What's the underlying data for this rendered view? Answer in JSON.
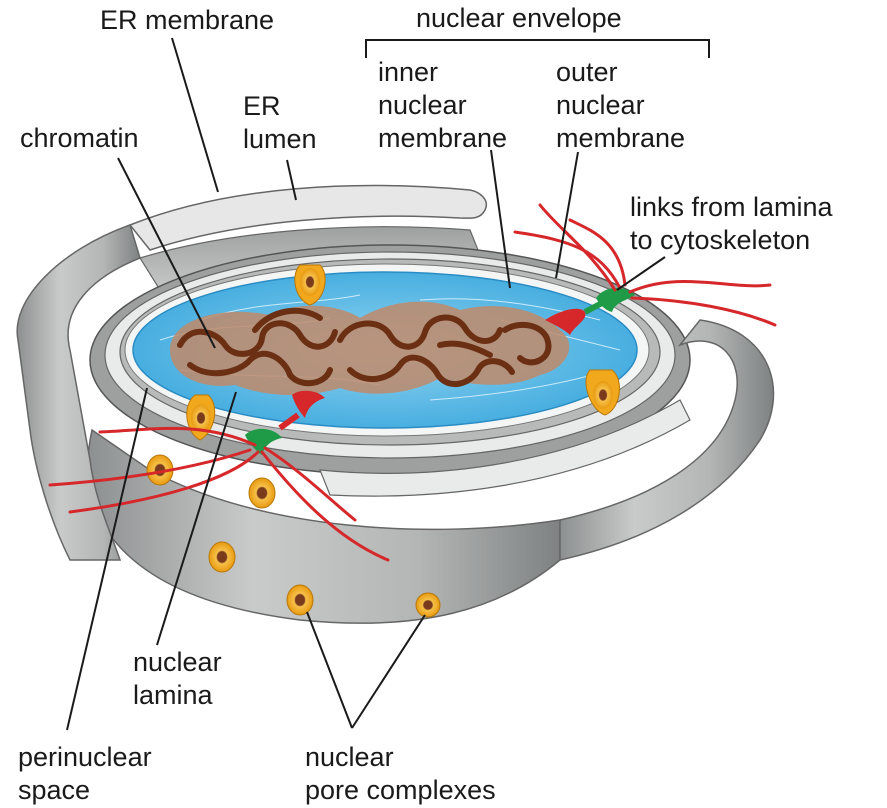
{
  "labels": {
    "er_membrane": "ER membrane",
    "nuclear_envelope": "nuclear envelope",
    "inner_nuclear_membrane": [
      "inner",
      "nuclear",
      "membrane"
    ],
    "outer_nuclear_membrane": [
      "outer",
      "nuclear",
      "membrane"
    ],
    "er_lumen": [
      "ER",
      "lumen"
    ],
    "chromatin": "chromatin",
    "links_lamina_cytoskeleton": [
      "links from lamina",
      "to cytoskeleton"
    ],
    "nuclear_lamina": [
      "nuclear",
      "lamina"
    ],
    "perinuclear_space": [
      "perinuclear",
      "space"
    ],
    "nuclear_pore_complexes": [
      "nuclear",
      "pore complexes"
    ]
  },
  "colors": {
    "membrane_gray": "#a9acab",
    "membrane_light": "#d4d6d5",
    "nucleoplasm_blue": "#6cc4ea",
    "chromatin_brown": "#7a3a1c",
    "pore_orange": "#f2a81c",
    "cytoskeleton_red": "#d6282a",
    "link_green": "#1f9a47"
  }
}
